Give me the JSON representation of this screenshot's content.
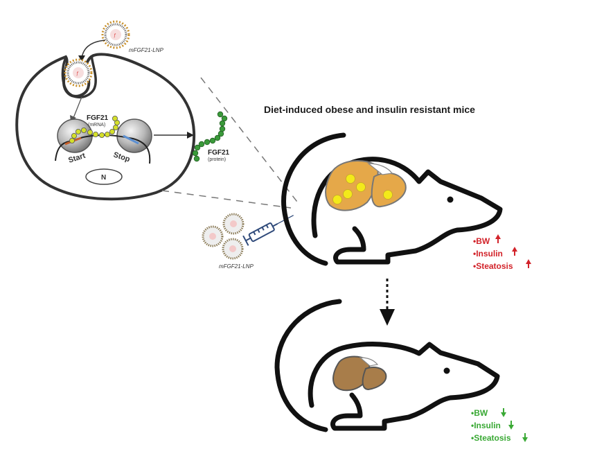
{
  "figure": {
    "title": "Diet-induced obese and insulin resistant mice",
    "lnp_label_top": "mFGF21-LNP",
    "lnp_label_bottom": "mFGF21-LNP",
    "mrna_label": "FGF21",
    "mrna_sublabel": "(mRNA)",
    "protein_label": "FGF21",
    "protein_sublabel": "(protein)",
    "start_label": "Start",
    "stop_label": "Stop",
    "nucleus_label": "N",
    "effects_before": [
      {
        "text": "•BW",
        "direction": "up"
      },
      {
        "text": "•Insulin",
        "direction": "up"
      },
      {
        "text": "•Steatosis",
        "direction": "up"
      }
    ],
    "effects_after": [
      {
        "text": "•BW",
        "direction": "down"
      },
      {
        "text": "•Insulin",
        "direction": "down"
      },
      {
        "text": "•Steatosis",
        "direction": "down"
      }
    ],
    "colors": {
      "up": "#d2232a",
      "down": "#3aa935",
      "fatty_liver": "#e5a849",
      "lipid_droplet": "#f3ea1a",
      "healthy_liver": "#a87d4a",
      "mrna_bead": "#d4df2a",
      "protein_bead": "#3a9a3a",
      "syringe": "#2f4a7a"
    }
  }
}
